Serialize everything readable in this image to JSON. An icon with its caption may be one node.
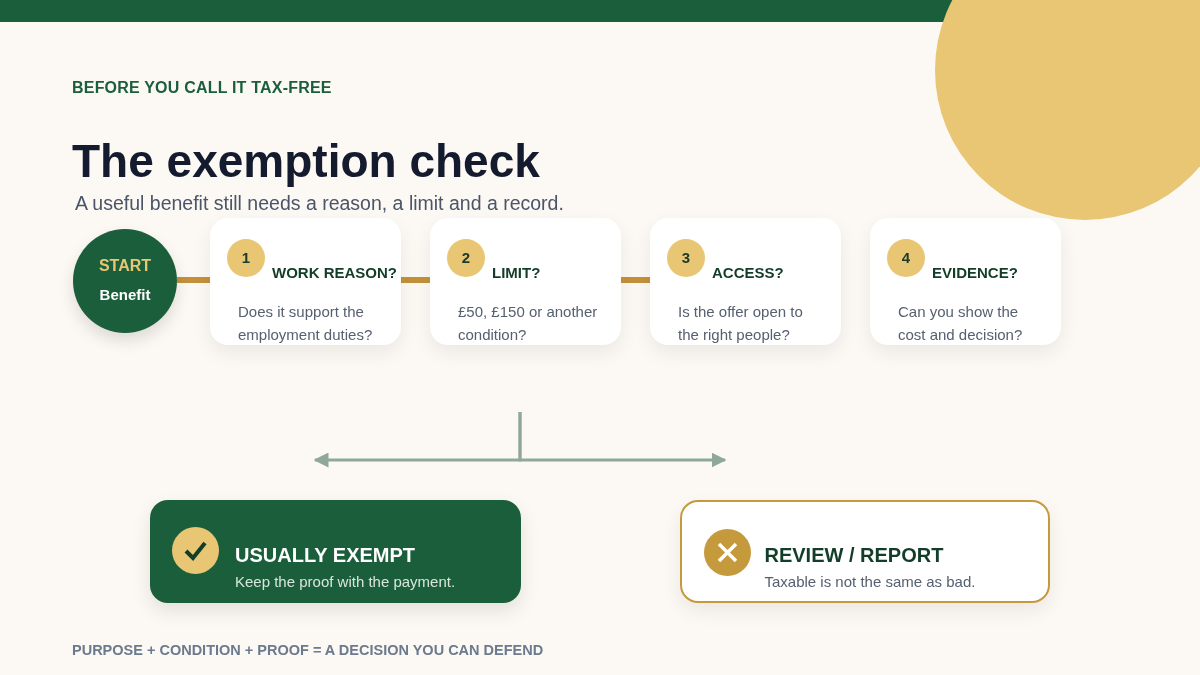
{
  "diagram": {
    "title": "The exemption check",
    "nodes": [
      {
        "text": [
          "START",
          "Benefit"
        ]
      },
      {
        "text": [
          "1",
          "WORK REASON?",
          "Does it support the employment duties?"
        ]
      },
      {
        "text": [
          "2",
          "LIMIT?",
          "£50, £150 or another condition?"
        ]
      },
      {
        "text": [
          "3",
          "ACCESS?",
          "Is the offer open to the right people?"
        ]
      },
      {
        "text": [
          "4",
          "EVIDENCE?",
          "Can you show the cost and decision?"
        ]
      },
      {
        "text": [
          "USUALLY EXEMPT",
          "Keep the proof with the payment."
        ]
      },
      {
        "text": [
          "REVIEW / REPORT",
          "Taxable is not the same as bad."
        ]
      }
    ],
    "edges": [
      {
        "from": 0,
        "to": 1,
        "arrow": "none"
      },
      {
        "from": 1,
        "to": 2,
        "arrow": "none"
      },
      {
        "from": 2,
        "to": 3,
        "arrow": "none"
      },
      {
        "from": null,
        "to": 5,
        "arrow": "to",
        "color": "#8fa89a"
      },
      {
        "from": null,
        "to": 6,
        "arrow": "to",
        "color": "#8fa89a"
      }
    ],
    "labels": [
      "BEFORE YOU CALL IT TAX-FREE",
      "A useful benefit still needs a reason, a limit and a record.",
      "PURPOSE + CONDITION + PROOF = A DECISION YOU CAN DEFEND"
    ]
  }
}
